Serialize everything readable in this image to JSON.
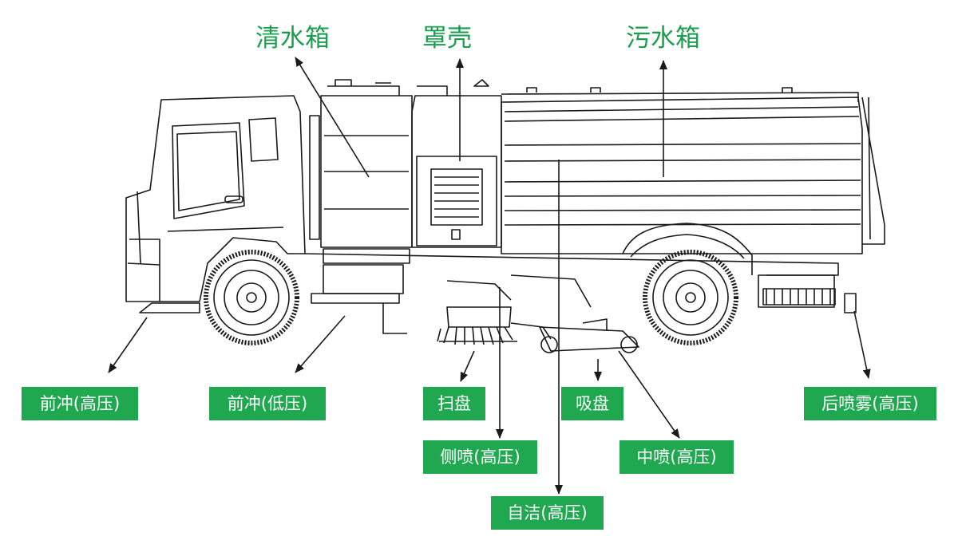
{
  "colors": {
    "label_green": "#1a9f4e",
    "tag_background": "#1fa84f",
    "tag_text": "#ffffff",
    "line_art": "#1a1a1a"
  },
  "top_labels": {
    "clean_water_tank": "清水箱",
    "cover": "罩壳",
    "sewage_tank": "污水箱"
  },
  "tags": {
    "front_flush_high": "前冲(高压)",
    "front_flush_low": "前冲(低压)",
    "sweep_disc": "扫盘",
    "side_spray_high": "侧喷(高压)",
    "self_clean_high": "自洁(高压)",
    "suction_disc": "吸盘",
    "middle_spray_high": "中喷(高压)",
    "rear_mist_high": "后喷雾(高压)"
  }
}
